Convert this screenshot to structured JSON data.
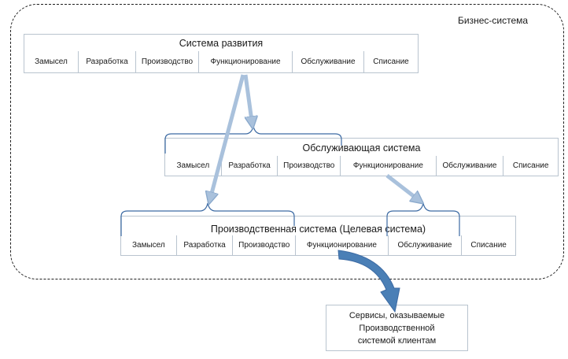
{
  "boundary": {
    "label": "Бизнес-система"
  },
  "systems": [
    {
      "title": "Система развития",
      "stages": [
        "Замысел",
        "Разработка",
        "Производство",
        "Функционирование",
        "Обслуживание",
        "Списание"
      ]
    },
    {
      "title": "Обслуживающая система",
      "stages": [
        "Замысел",
        "Разработка",
        "Производство",
        "Функционирование",
        "Обслуживание",
        "Списание"
      ]
    },
    {
      "title": "Производственная система (Целевая система)",
      "stages": [
        "Замысел",
        "Разработка",
        "Производство",
        "Функционирование",
        "Обслуживание",
        "Списание"
      ]
    }
  ],
  "outcome": {
    "text": "Сервисы, оказываемые\nПроизводственной\nсистемой клиентам"
  },
  "colors": {
    "light_arrow_fill": "#a9c1dc",
    "light_arrow_stroke": "#8aa9cc",
    "dark_arrow": "#4a7fb6",
    "brace": "#3c6aa3",
    "box_border": "#b9c4cf"
  }
}
